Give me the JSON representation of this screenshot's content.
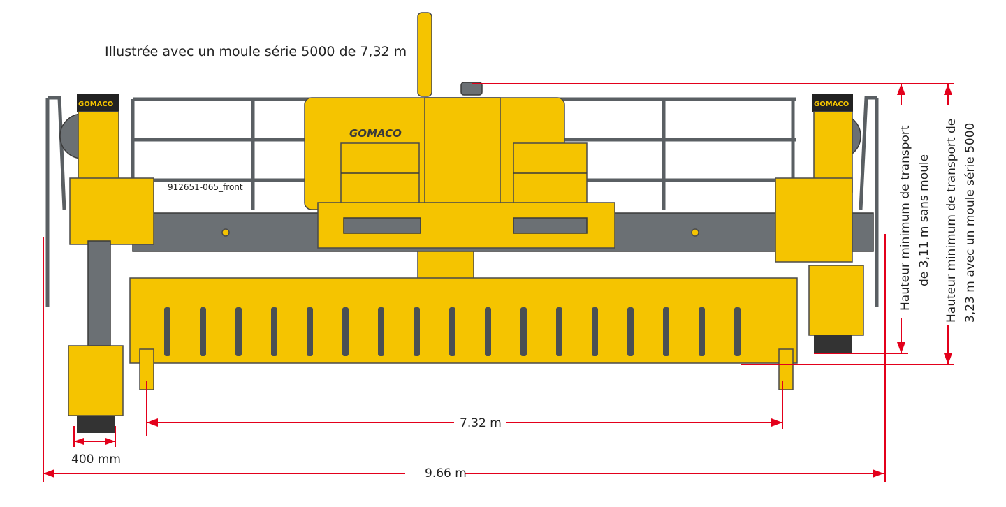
{
  "title": "Illustrée avec un moule série 5000 de 7,32 m",
  "drawing_id": "912651-065_front",
  "brand": "GOMACO",
  "dimensions": {
    "track_width": "400 mm",
    "mold_width": "7.32 m",
    "overall_width": "9.66 m",
    "height_no_mold_line1": "Hauteur minimum de transport",
    "height_no_mold_line2": "de 3,11 m sans moule",
    "height_with_mold_line1": "Hauteur minimum de transport de",
    "height_with_mold_line2": "3,23 m avec un moule série 5000"
  },
  "colors": {
    "machine": "#f5c400",
    "dimension": "#e3001b",
    "frame": "#6b7074"
  }
}
